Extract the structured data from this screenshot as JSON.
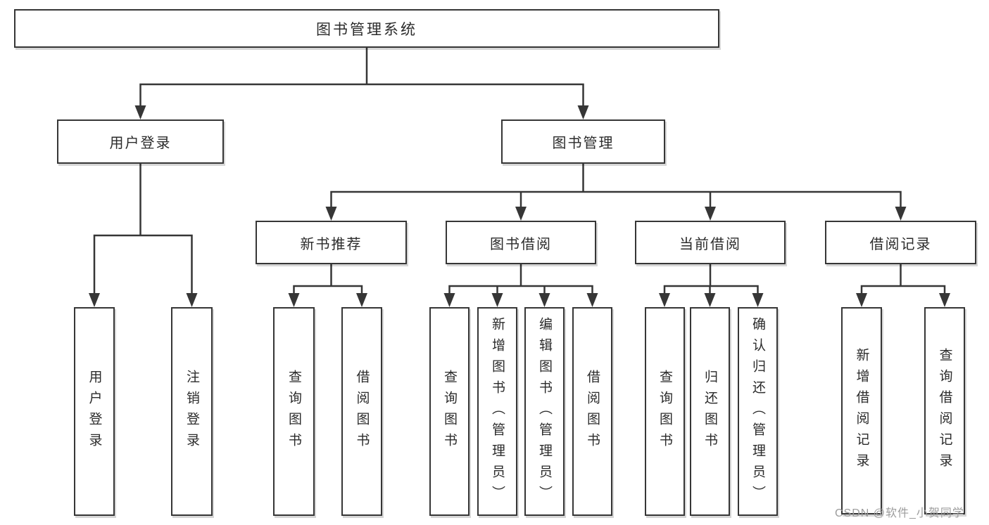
{
  "colors": {
    "line": "#363636",
    "box_border": "#363636",
    "box_background": "#ffffff",
    "text": "#2b2b2b",
    "watermark": "#9c9c9c"
  },
  "nodes": {
    "root": {
      "label": "图书管理系统"
    },
    "level2": [
      {
        "label": "用户登录"
      },
      {
        "label": "图书管理"
      }
    ],
    "level3": [
      {
        "label": "新书推荐"
      },
      {
        "label": "图书借阅"
      },
      {
        "label": "当前借阅"
      },
      {
        "label": "借阅记录"
      }
    ],
    "leaves": [
      {
        "label": "用户登录"
      },
      {
        "label": "注销登录"
      },
      {
        "label": "查询图书"
      },
      {
        "label": "借阅图书"
      },
      {
        "label": "查询图书"
      },
      {
        "label": "新增图书（管理员）"
      },
      {
        "label": "编辑图书（管理员）"
      },
      {
        "label": "借阅图书"
      },
      {
        "label": "查询图书"
      },
      {
        "label": "归还图书"
      },
      {
        "label": "确认归还（管理员）"
      },
      {
        "label": "新增借阅记录"
      },
      {
        "label": "查询借阅记录"
      }
    ]
  },
  "watermark": {
    "text": "CSDN @软件_小贺同学"
  }
}
